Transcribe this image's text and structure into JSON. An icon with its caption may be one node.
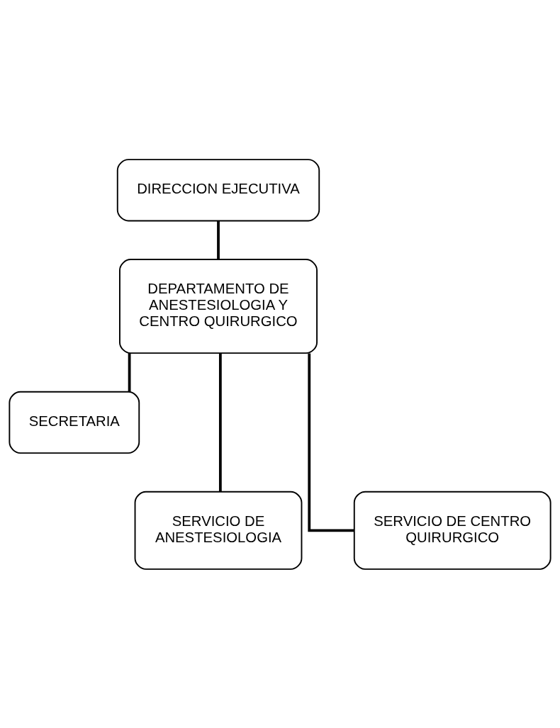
{
  "diagram": {
    "nodes": [
      {
        "text": [
          "DIRECCION EJECUTIVA"
        ]
      },
      {
        "text": [
          "DEPARTAMENTO DE ANESTESIOLOGIA Y CENTRO QUIRURGICO"
        ]
      },
      {
        "text": [
          "SECRETARIA"
        ]
      },
      {
        "text": [
          "SERVICIO DE ANESTESIOLOGIA"
        ]
      },
      {
        "text": [
          "SERVICIO DE CENTRO QUIRURGICO"
        ]
      }
    ],
    "edges": [
      {
        "from": 0,
        "to": 1,
        "arrow": "none"
      },
      {
        "from": 1,
        "to": 2,
        "arrow": "none"
      },
      {
        "from": 1,
        "to": 3,
        "arrow": "none"
      },
      {
        "from": 1,
        "to": 4,
        "arrow": "none"
      }
    ]
  }
}
